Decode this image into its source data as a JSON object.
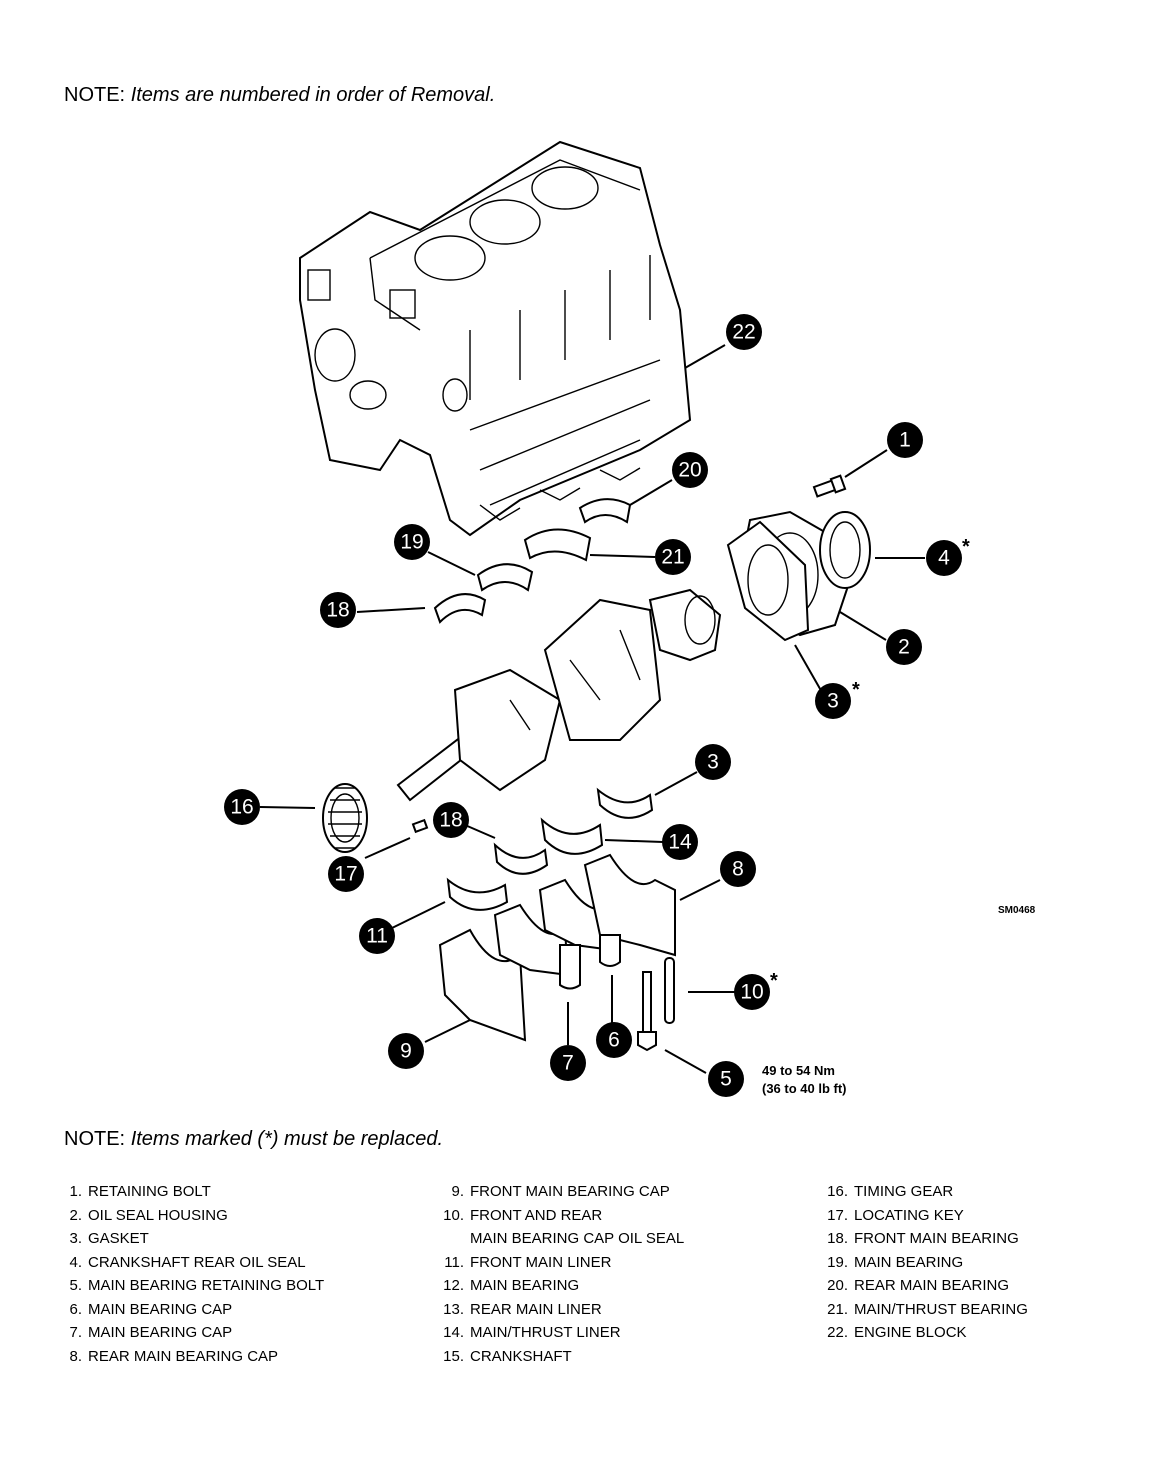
{
  "notes": {
    "top_label": "NOTE:",
    "top_text": "Items are numbered in order of Removal.",
    "bottom_label": "NOTE:",
    "bottom_text": "Items marked (*) must be replaced."
  },
  "figure_code": "SM0468",
  "torque": {
    "metric": "49 to 54 Nm",
    "imperial": "(36 to 40 lb ft)"
  },
  "callouts": [
    "22",
    "1",
    "20",
    "19",
    "21",
    "4",
    "18",
    "2",
    "3",
    "3",
    "16",
    "18",
    "14",
    "8",
    "17",
    "11",
    "10",
    "9",
    "6",
    "7",
    "5"
  ],
  "legend": {
    "col1": [
      {
        "num": "1.",
        "text": "RETAINING BOLT"
      },
      {
        "num": "2.",
        "text": "OIL SEAL HOUSING"
      },
      {
        "num": "3.",
        "text": "GASKET"
      },
      {
        "num": "4.",
        "text": "CRANKSHAFT REAR OIL SEAL"
      },
      {
        "num": "5.",
        "text": "MAIN BEARING RETAINING BOLT"
      },
      {
        "num": "6.",
        "text": "MAIN BEARING CAP"
      },
      {
        "num": "7.",
        "text": "MAIN BEARING CAP"
      },
      {
        "num": "8.",
        "text": "REAR MAIN BEARING CAP"
      }
    ],
    "col2": [
      {
        "num": "9.",
        "text": "FRONT MAIN BEARING CAP"
      },
      {
        "num": "10.",
        "text": "FRONT AND REAR"
      },
      {
        "num": "",
        "text": "MAIN BEARING CAP OIL SEAL"
      },
      {
        "num": "11.",
        "text": "FRONT MAIN LINER"
      },
      {
        "num": "12.",
        "text": "MAIN BEARING"
      },
      {
        "num": "13.",
        "text": "REAR MAIN LINER"
      },
      {
        "num": "14.",
        "text": "MAIN/THRUST LINER"
      },
      {
        "num": "15.",
        "text": "CRANKSHAFT"
      }
    ],
    "col3": [
      {
        "num": "16.",
        "text": "TIMING GEAR"
      },
      {
        "num": "17.",
        "text": "LOCATING KEY"
      },
      {
        "num": "18.",
        "text": "FRONT MAIN BEARING"
      },
      {
        "num": "19.",
        "text": "MAIN BEARING"
      },
      {
        "num": "20.",
        "text": "REAR MAIN BEARING"
      },
      {
        "num": "21.",
        "text": "MAIN/THRUST BEARING"
      },
      {
        "num": "22.",
        "text": "ENGINE BLOCK"
      }
    ]
  }
}
